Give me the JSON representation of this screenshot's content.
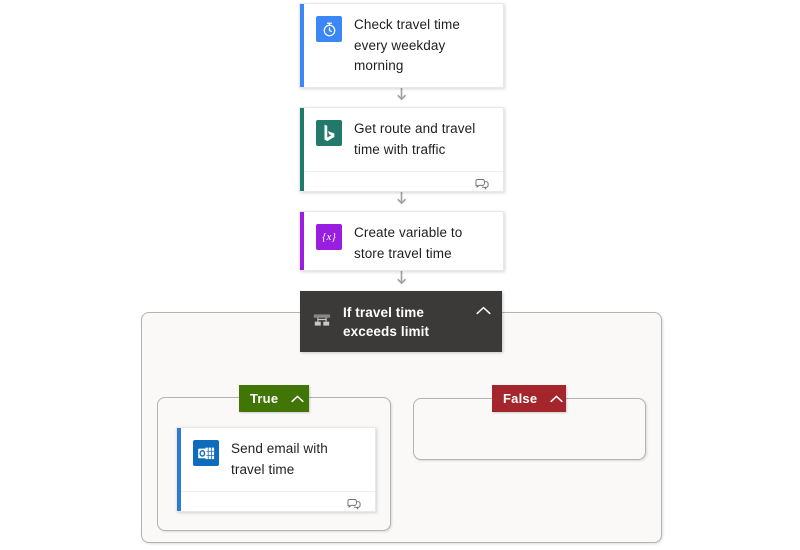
{
  "diagram": {
    "title": "Power Automate flow designer canvas",
    "background_color": "#ffffff",
    "connector_color": "#a19f9d"
  },
  "nodes": [
    {
      "id": "trigger",
      "label": "Check travel time every weekday morning",
      "icon": "alarm-clock-icon",
      "icon_bg": "#3b87f5",
      "accent_color": "#3b87f5",
      "has_footer": false
    },
    {
      "id": "bing-maps",
      "label": "Get route and travel time with traffic",
      "icon": "bing-icon",
      "icon_bg": "#22796a",
      "accent_color": "#1f7a68",
      "has_footer": true,
      "footer_icon": "comments-icon"
    },
    {
      "id": "init-variable",
      "label": "Create variable to store travel time",
      "icon": "variable-icon",
      "icon_glyph": "{x}",
      "icon_bg": "#9a1ee0",
      "accent_color": "#9a1ee0",
      "has_footer": false
    },
    {
      "id": "send-email",
      "label": "Send email with travel time",
      "icon": "outlook-icon",
      "icon_bg": "#0f6cbd",
      "accent_color": "#2f7bd4",
      "has_footer": true,
      "footer_icon": "comments-icon"
    }
  ],
  "condition": {
    "id": "condition",
    "label": "If travel time exceeds limit",
    "icon": "condition-branch-icon",
    "background_color": "#3b3a39",
    "text_color": "#ffffff",
    "collapse_icon": "chevron-up-icon"
  },
  "branches": [
    {
      "id": "true-branch",
      "label": "True",
      "badge_color": "#417505",
      "collapse_icon": "chevron-up-icon",
      "empty": false
    },
    {
      "id": "false-branch",
      "label": "False",
      "badge_color": "#a4262c",
      "collapse_icon": "chevron-up-icon",
      "empty": true
    }
  ],
  "scopes": {
    "condition_scope": {
      "border_color": "#b3b3b3",
      "fill": "#faf9f8"
    },
    "true_scope": {
      "border_color": "#b3b3b3",
      "fill": "#faf9f8"
    },
    "false_scope": {
      "border_color": "#b3b3b3",
      "fill": "#faf9f8"
    }
  }
}
